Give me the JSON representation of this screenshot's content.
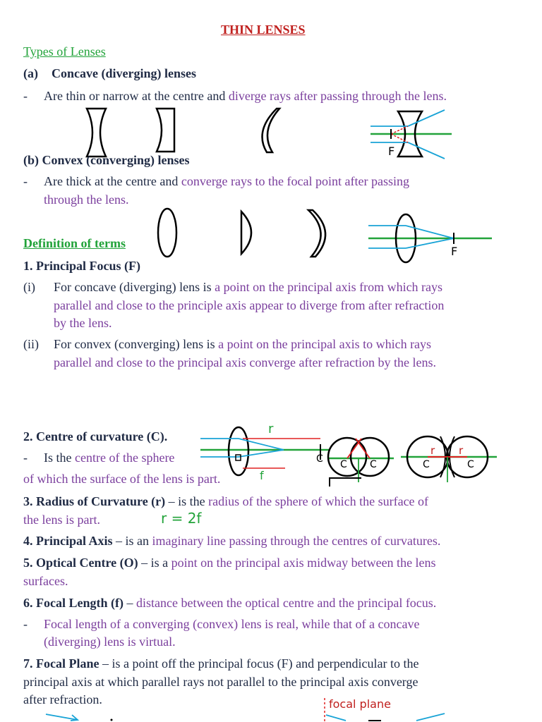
{
  "title": "THIN LENSES",
  "types_heading": "Types of Lenses",
  "concave": {
    "label": "(a)",
    "heading": "Concave (diverging) lenses",
    "bullet": "-",
    "desc_plain": "Are thin or narrow at the centre and ",
    "desc_colored": "diverge rays after passing through the lens.",
    "fig_letter": "F"
  },
  "convex": {
    "heading": "(b) Convex (converging) lenses",
    "bullet": "-",
    "desc_plain": "Are thick at the centre and ",
    "desc_colored_1": "converge rays to the focal point after passing",
    "desc_colored_2": "through the lens.",
    "fig_letter": "F"
  },
  "definitions_heading": "Definition of terms",
  "principal_focus": {
    "heading": "1. Principal Focus (F)",
    "i_num": "(i)",
    "i_plain": "For concave (diverging) lens is ",
    "i_colored_1": "a point on the principal axis from which rays",
    "i_colored_2": "parallel and close to the principle axis appear to diverge from after refraction",
    "i_colored_3": "by the lens.",
    "ii_num": "(ii)",
    "ii_plain": "For convex (converging) lens is ",
    "ii_colored_1": "a point on the principal axis to which rays",
    "ii_colored_2": "parallel and close to the principal axis converge after refraction by the lens."
  },
  "centre_curvature": {
    "heading": "2. Centre of curvature (C).",
    "bullet": "-",
    "line1_plain": "Is the ",
    "line1_colored": "centre of the sphere",
    "line2": "of which the surface of the lens is part.",
    "fig_r": "r",
    "fig_f": "f",
    "fig_c": "C"
  },
  "radius": {
    "heading": "3. Radius of Curvature (r)",
    "dash": " – is the ",
    "colored_1": "radius of the sphere of which the surface of",
    "colored_2": "the lens is part.",
    "formula": "r = 2f"
  },
  "principal_axis": {
    "heading": "4. Principal Axis",
    "dash": " – is an ",
    "colored": "imaginary line passing through the centres of curvatures."
  },
  "optical_centre": {
    "heading": "5. Optical Centre (O)",
    "dash": " – is a ",
    "colored_1": "point on the principal axis midway between the lens",
    "colored_2": "surfaces."
  },
  "focal_length": {
    "heading": "6. Focal Length (f)",
    "dash": " – ",
    "colored": "distance between the optical centre and the principal focus.",
    "bullet": "-",
    "note_1": "Focal length of a converging (convex) lens is real, while that of a concave",
    "note_2": "(diverging) lens is virtual."
  },
  "focal_plane": {
    "heading": "7. Focal Plane",
    "dash": " – is a point off the principal focus (F) and perpendicular to the",
    "line2": "principal axis at which parallel rays not parallel to the principal axis converge",
    "line3": "after refraction.",
    "fig_label": "focal plane"
  }
}
